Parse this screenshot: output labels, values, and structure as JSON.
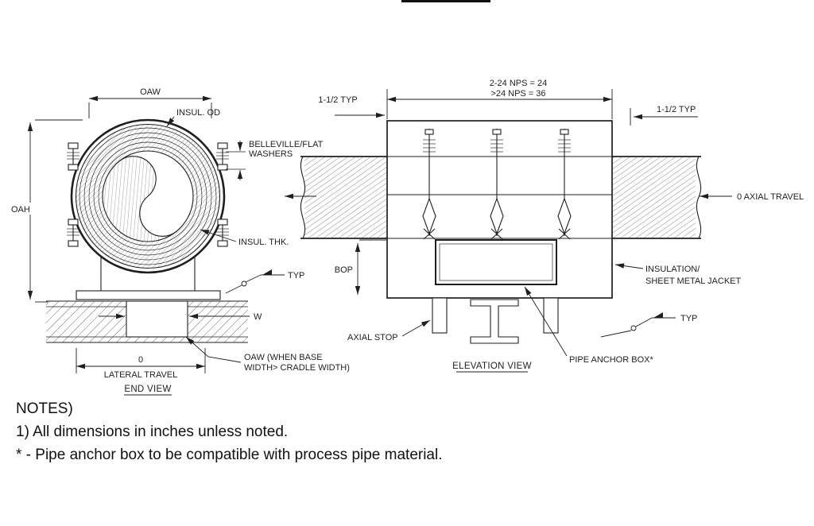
{
  "colors": {
    "ink": "#1f1f1f",
    "background": "#ffffff"
  },
  "end_view": {
    "title": "END VIEW",
    "dim_oaw": "OAW",
    "label_insul_od": "INSUL. OD",
    "label_belleville_1": "BELLEVILLE/FLAT",
    "label_belleville_2": "WASHERS",
    "dim_oah": "OAH",
    "label_insul_thk": "INSUL. THK.",
    "weld_typ": "TYP",
    "dim_w": "W",
    "dim_lateral_1": "0",
    "dim_lateral_2": "LATERAL TRAVEL",
    "note_oaw_1": "OAW (WHEN BASE",
    "note_oaw_2": "WIDTH> CRADLE WIDTH)"
  },
  "elevation_view": {
    "title": "ELEVATION VIEW",
    "dim_typ_left": "1-1/2 TYP",
    "dim_nps_1": "2-24 NPS = 24",
    "dim_nps_2": ">24 NPS = 36",
    "dim_typ_right": "1-1/2 TYP",
    "label_axial_travel": "0 AXIAL TRAVEL",
    "dim_bop": "BOP",
    "label_insulation_1": "INSULATION/",
    "label_insulation_2": "SHEET METAL JACKET",
    "label_axial_stop": "AXIAL STOP",
    "label_anchor_box": "PIPE ANCHOR BOX*",
    "weld_typ": "TYP"
  },
  "notes": {
    "heading": "NOTES)",
    "items": [
      "1) All dimensions in inches unless noted.",
      "* - Pipe anchor box to be compatible with process pipe material."
    ]
  }
}
